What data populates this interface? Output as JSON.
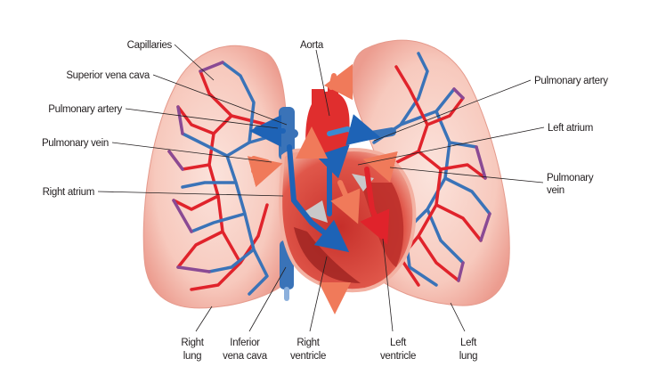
{
  "title": "Heart and lungs circulation diagram",
  "labels": {
    "capillaries": "Capillaries",
    "aorta": "Aorta",
    "superior_vena_cava": "Superior vena cava",
    "pulmonary_artery_left": "Pulmonary artery",
    "pulmonary_vein_left": "Pulmonary vein",
    "right_atrium": "Right atrium",
    "pulmonary_artery_right": "Pulmonary artery",
    "left_atrium": "Left atrium",
    "pulmonary_vein_right_line1": "Pulmonary",
    "pulmonary_vein_right_line2": "vein",
    "right_lung_line1": "Right",
    "right_lung_line2": "lung",
    "inferior_vena_cava_line1": "Inferior",
    "inferior_vena_cava_line2": "vena cava",
    "right_ventricle_line1": "Right",
    "right_ventricle_line2": "ventricle",
    "left_ventricle_line1": "Left",
    "left_ventricle_line2": "ventricle",
    "left_lung_line1": "Left",
    "left_lung_line2": "lung"
  },
  "colors": {
    "oxygenated": "#e0232b",
    "deoxygenated": "#3a73b8",
    "lung_tissue": "#f6c3b8",
    "heart_muscle": "#d9453d"
  }
}
